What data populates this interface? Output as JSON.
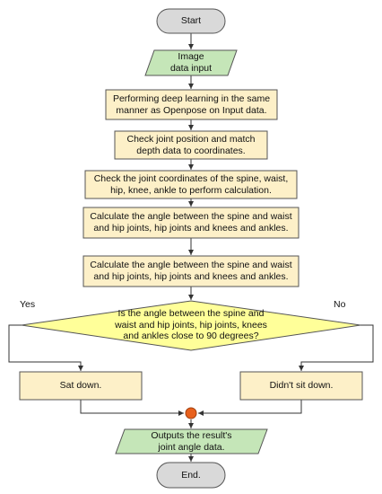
{
  "nodes": {
    "start": "Start",
    "input": "Image\ndata input",
    "step1": "Performing deep learning in the same\nmanner as Openpose on Input data.",
    "step2": "Check joint position and match\ndepth data to coordinates.",
    "step3": "Check the joint coordinates of the spine, waist,\nhip, knee, ankle to perform calculation.",
    "step4": "Calculate the angle between the spine and waist\nand hip joints, hip joints and knees and ankles.",
    "step5": "Calculate the angle between the spine and waist\nand hip joints, hip joints and knees and ankles.",
    "decision": "Is the angle between the spine and\nwaist and hip joints, hip joints, knees\nand ankles close to 90 degrees?",
    "yes_result": "Sat down.",
    "no_result": "Didn't sit down.",
    "output": "Outputs the result's\njoint angle data.",
    "end": "End."
  },
  "labels": {
    "yes": "Yes",
    "no": "No"
  },
  "colors": {
    "process_fill": "#fdf0c8",
    "terminal_fill": "#d9d9d9",
    "io_fill": "#c5e6b8",
    "merge_fill": "#e8601c",
    "stroke": "#333333"
  }
}
